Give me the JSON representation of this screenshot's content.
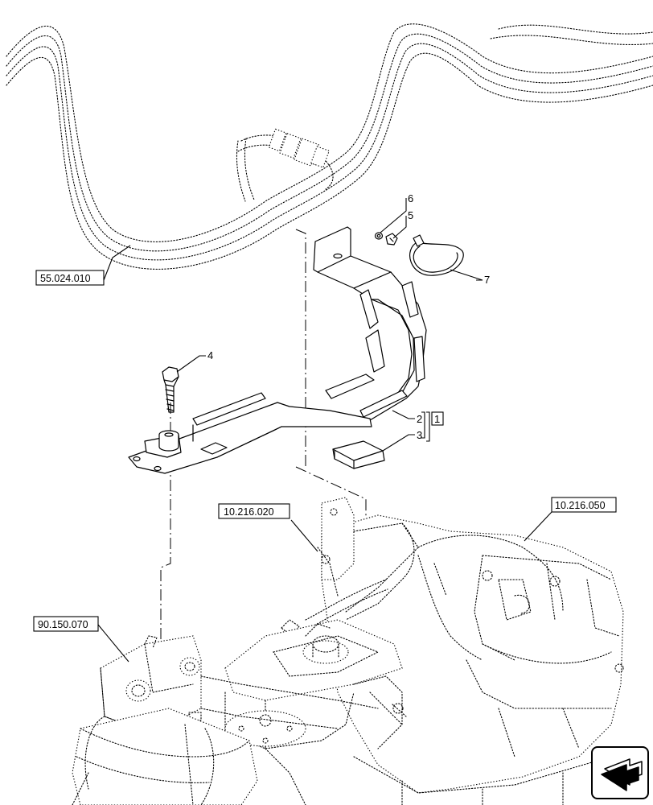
{
  "callouts": {
    "c1": "1",
    "c2": "2",
    "c3": "3",
    "c4": "4",
    "c5": "5",
    "c6": "6",
    "c7": "7"
  },
  "references": {
    "harness": "55.024.010",
    "tank_left": "10.216.020",
    "tank_right": "10.216.050",
    "frame": "90.150.070"
  },
  "icons": {
    "nav": "direction-arrow-icon"
  }
}
